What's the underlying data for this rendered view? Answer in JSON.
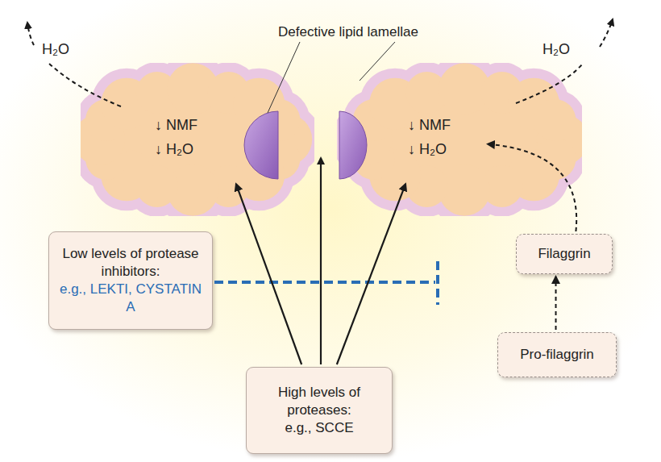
{
  "diagram": {
    "nodes": [
      {
        "text": [
          "↓ NMF",
          "↓ H₂O"
        ]
      },
      {
        "text": [
          "↓ NMF",
          "↓ H₂O"
        ]
      },
      {
        "text": [
          "Low levels of protease inhibitors:",
          "e.g., LEKTI, CYSTATIN A"
        ]
      },
      {
        "text": [
          "Filaggrin"
        ]
      },
      {
        "text": [
          "Pro-filaggrin"
        ]
      },
      {
        "text": [
          "High levels of proteases:",
          "e.g., SCCE"
        ]
      }
    ],
    "edges": [
      {
        "from": 5,
        "to": 0,
        "arrow": "to"
      },
      {
        "from": 5,
        "to": 1,
        "arrow": "to"
      },
      {
        "from": 4,
        "to": 3,
        "arrow": "to"
      },
      {
        "from": 3,
        "to": 1,
        "arrow": "to"
      }
    ],
    "labels": [
      "Defective lipid lamellae",
      "H₂O",
      "H₂O"
    ]
  }
}
